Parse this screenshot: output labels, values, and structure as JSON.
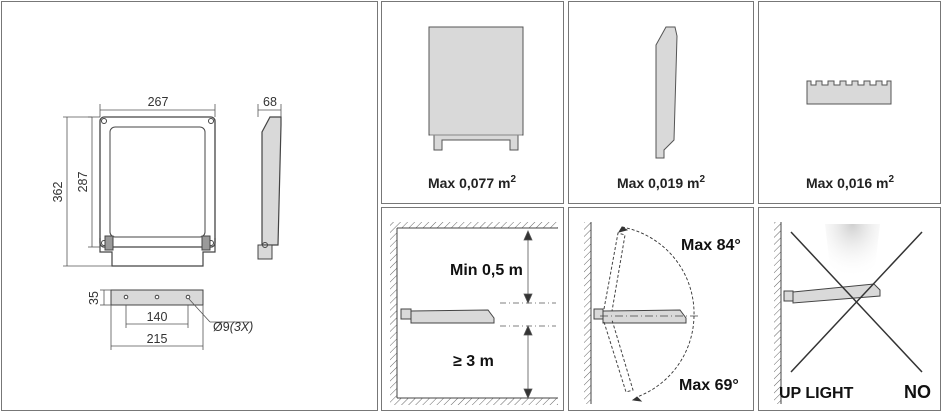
{
  "dimensions": {
    "width": "267",
    "depth": "68",
    "height_total": "362",
    "height_body": "287",
    "bracket_height": "35",
    "hole_spacing": "140",
    "bracket_width": "215",
    "hole_note": "Ø9",
    "hole_note_count": "(3X)"
  },
  "wind_areas": [
    {
      "label": "Max 0,077 m",
      "sup": "2"
    },
    {
      "label": "Max 0,019 m",
      "sup": "2"
    },
    {
      "label": "Max 0,016 m",
      "sup": "2"
    }
  ],
  "install": {
    "min_clearance": "Min 0,5 m",
    "min_height": "≥ 3 m",
    "tilt_up": "Max 84°",
    "tilt_down": "Max 69°",
    "up_light": "UP LIGHT",
    "up_light_verdict": "NO"
  },
  "colors": {
    "frame": "#555555",
    "fill": "#d9d9d9",
    "body_dark": "#9a9a9a"
  }
}
